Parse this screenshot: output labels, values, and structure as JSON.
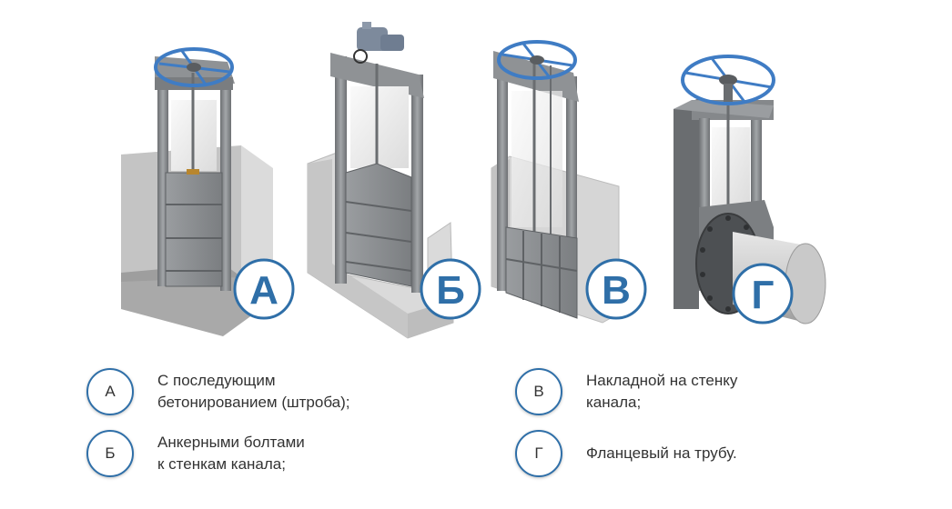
{
  "colors": {
    "handwheel": "#3f7cc4",
    "badge_border": "#2f6fa8",
    "badge_text": "#2f6fa8",
    "steel": "#8a8d90",
    "steel_dark": "#5f6265",
    "concrete": "#d9d9d9",
    "text": "#333333"
  },
  "gates": [
    {
      "letter": "А",
      "label": "А"
    },
    {
      "letter": "Б",
      "label": "Б"
    },
    {
      "letter": "В",
      "label": "В"
    },
    {
      "letter": "Г",
      "label": "Г"
    }
  ],
  "legend": [
    {
      "letter": "А",
      "line1": "С последующим",
      "line2": "бетонированием (штроба);"
    },
    {
      "letter": "Б",
      "line1": "Анкерными болтами",
      "line2": "к стенкам канала;"
    },
    {
      "letter": "В",
      "line1": "Накладной на стенку",
      "line2": "канала;"
    },
    {
      "letter": "Г",
      "line1": "Фланцевый на трубу.",
      "line2": ""
    }
  ]
}
